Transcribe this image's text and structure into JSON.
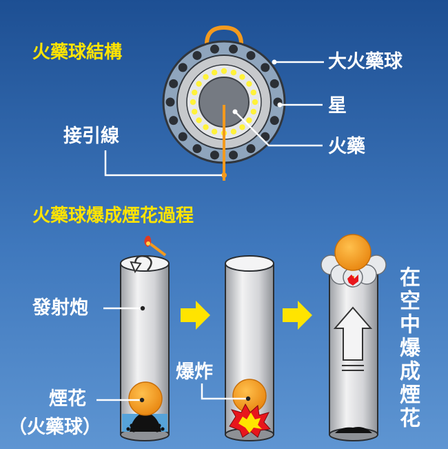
{
  "structure": {
    "title": "火藥球結構",
    "labels": {
      "shell": "大火藥球",
      "star": "星",
      "powder": "火藥",
      "fuse": "接引線"
    }
  },
  "process": {
    "title": "火藥球爆成煙花過程",
    "labels": {
      "mortar": "發射炮",
      "firework": "煙花",
      "firework_sub": "（火藥球）",
      "explosion": "爆炸",
      "burst_in_sky": "在空中爆成煙花"
    }
  },
  "colors": {
    "title": "#ffe400",
    "label": "#ffffff",
    "arrow": "#ffe400",
    "shell_orange": "#f39a1e",
    "tube": "#d9dadd",
    "background": "#2f66ad"
  },
  "icons": [
    "match-icon",
    "rotate-arrow-icon",
    "right-arrow-icon",
    "up-arrow-icon",
    "explosion-icon",
    "smoke-cloud-icon"
  ]
}
